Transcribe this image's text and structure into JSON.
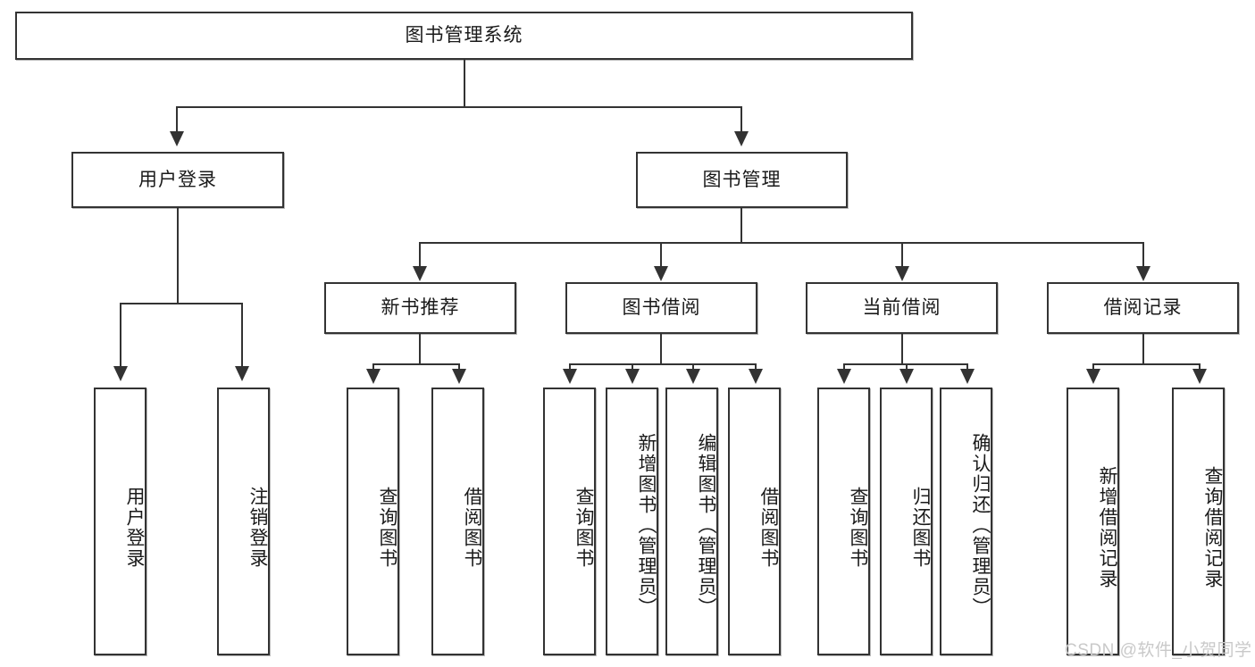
{
  "diagram": {
    "title": "图书管理系统",
    "type": "tree-hierarchy-diagram",
    "colors": {
      "stroke": "#333333",
      "fill": "#ffffff",
      "text": "#1a1a1a",
      "watermark": "#c9c9c9"
    },
    "root": {
      "label": "图书管理系统"
    },
    "level2": [
      {
        "label": "用户登录"
      },
      {
        "label": "图书管理"
      }
    ],
    "level3": [
      {
        "label": "新书推荐"
      },
      {
        "label": "图书借阅"
      },
      {
        "label": "当前借阅"
      },
      {
        "label": "借阅记录"
      }
    ],
    "leaves": {
      "user_login": [
        {
          "label": "用户登录"
        },
        {
          "label": "注销登录"
        }
      ],
      "new_book_recommend": [
        {
          "label": "查询图书"
        },
        {
          "label": "借阅图书"
        }
      ],
      "book_borrow": [
        {
          "label": "查询图书"
        },
        {
          "label": "新增图书（管理员）"
        },
        {
          "label": "编辑图书（管理员）"
        },
        {
          "label": "借阅图书"
        }
      ],
      "current_borrow": [
        {
          "label": "查询图书"
        },
        {
          "label": "归还图书"
        },
        {
          "label": "确认归还（管理员）"
        }
      ],
      "borrow_record": [
        {
          "label": "新增借阅记录"
        },
        {
          "label": "查询借阅记录"
        }
      ]
    },
    "watermark": "CSDN @软件_小贺同学"
  }
}
